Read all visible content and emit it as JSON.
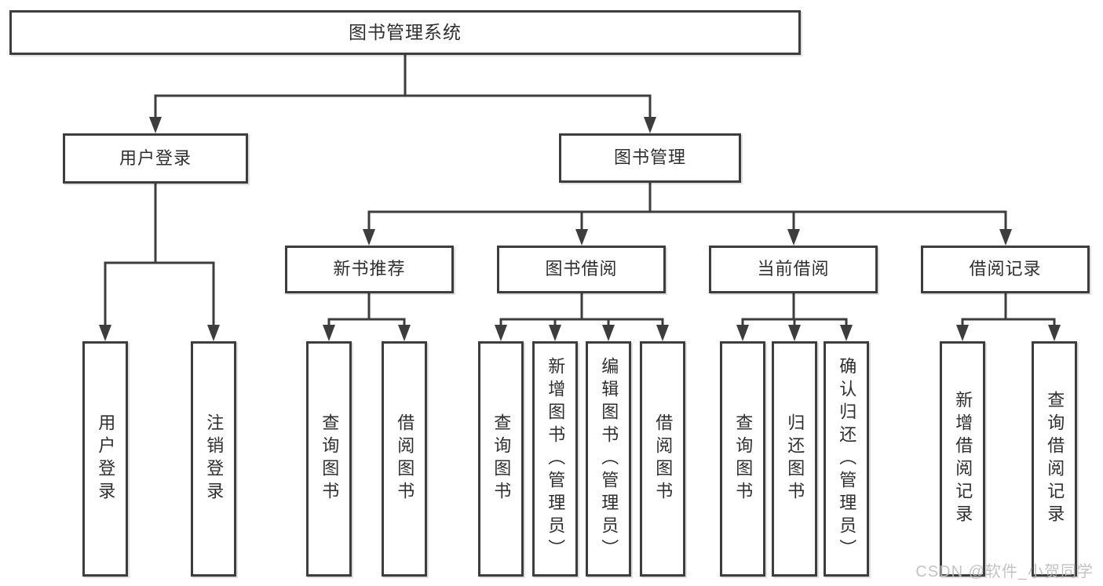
{
  "tree": {
    "root": {
      "label": "图书管理系统"
    },
    "level2": [
      {
        "label": "用户登录",
        "children": [
          {
            "label": "用户登录"
          },
          {
            "label": "注销登录"
          }
        ]
      },
      {
        "label": "图书管理",
        "children": [
          {
            "label": "新书推荐",
            "children": [
              {
                "label": "查询图书"
              },
              {
                "label": "借阅图书"
              }
            ]
          },
          {
            "label": "图书借阅",
            "children": [
              {
                "label": "查询图书"
              },
              {
                "label": "新增图书（管理员）"
              },
              {
                "label": "编辑图书（管理员）"
              },
              {
                "label": "借阅图书"
              }
            ]
          },
          {
            "label": "当前借阅",
            "children": [
              {
                "label": "查询图书"
              },
              {
                "label": "归还图书"
              },
              {
                "label": "确认归还（管理员）"
              }
            ]
          },
          {
            "label": "借阅记录",
            "children": [
              {
                "label": "新增借阅记录"
              },
              {
                "label": "查询借阅记录"
              }
            ]
          }
        ]
      }
    ]
  },
  "watermark": {
    "text": "CSDN @软件_小贺同学"
  },
  "colors": {
    "line": "#3d3d3d",
    "text": "#2f2f2f",
    "background": "#ffffff",
    "watermark": "#bdbdbd"
  }
}
